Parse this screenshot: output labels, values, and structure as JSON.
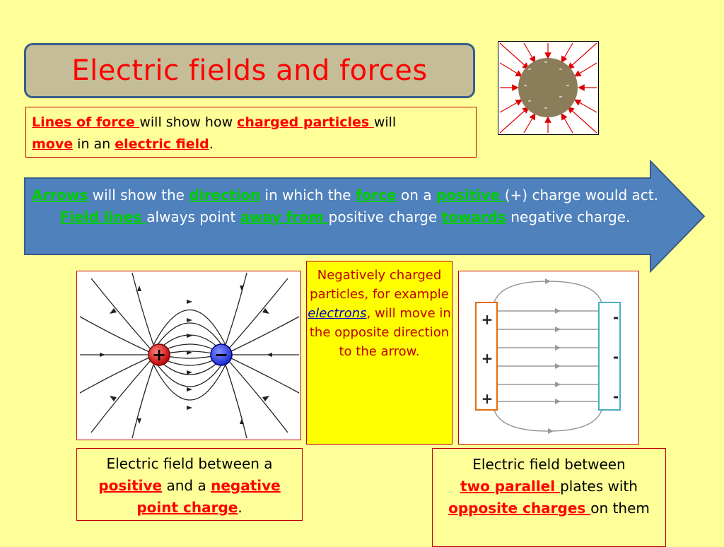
{
  "title": "Electric fields and forces",
  "intro": {
    "t1": "Lines of force ",
    "t2": "will show how ",
    "t3": "charged particles ",
    "t4": "will",
    "t5": "move",
    "t6": " in an ",
    "t7": "electric field",
    "t8": "."
  },
  "arrow_box": {
    "t1": "Arrows",
    "t2": " will show the ",
    "t3": "direction",
    "t4": " in which the ",
    "t5": "force",
    "t6": " on a ",
    "t7": "positive ",
    "t8": "(+) charge would act.  ",
    "t9": "Field lines ",
    "t10": "always point ",
    "t11": "away from ",
    "t12": "positive charge ",
    "t13": "towards",
    "t14": " negative charge."
  },
  "note": {
    "t1": "Negatively charged particles, for example ",
    "t2": "electrons",
    "t3": ", will move in the opposite direction to the arrow."
  },
  "caption_left": {
    "t1": "Electric field between a ",
    "t2": "positive",
    "t3": " and a ",
    "t4": "negative point charge",
    "t5": "."
  },
  "caption_right": {
    "t1": "Electric field between ",
    "t2": "two parallel ",
    "t3": "plates with ",
    "t4": "opposite charges ",
    "t5": "on them"
  },
  "dipole": {
    "positive_symbol": "+",
    "negative_symbol": "−"
  },
  "plates": {
    "left_signs": [
      "+",
      "+",
      "+"
    ],
    "right_signs": [
      "-",
      "-",
      "-"
    ]
  },
  "sphere": {
    "charge_signs": [
      "-",
      "-",
      "-",
      "-",
      "-",
      "-",
      "-",
      "-"
    ]
  },
  "colors": {
    "background": "#ffff99",
    "title_red": "#ff0000",
    "highlight_green": "#00cc00",
    "arrow_blue": "#4f81bd",
    "note_yellow": "#ffff00",
    "plate_left": "#e46c0a",
    "plate_right": "#4bacc6"
  }
}
